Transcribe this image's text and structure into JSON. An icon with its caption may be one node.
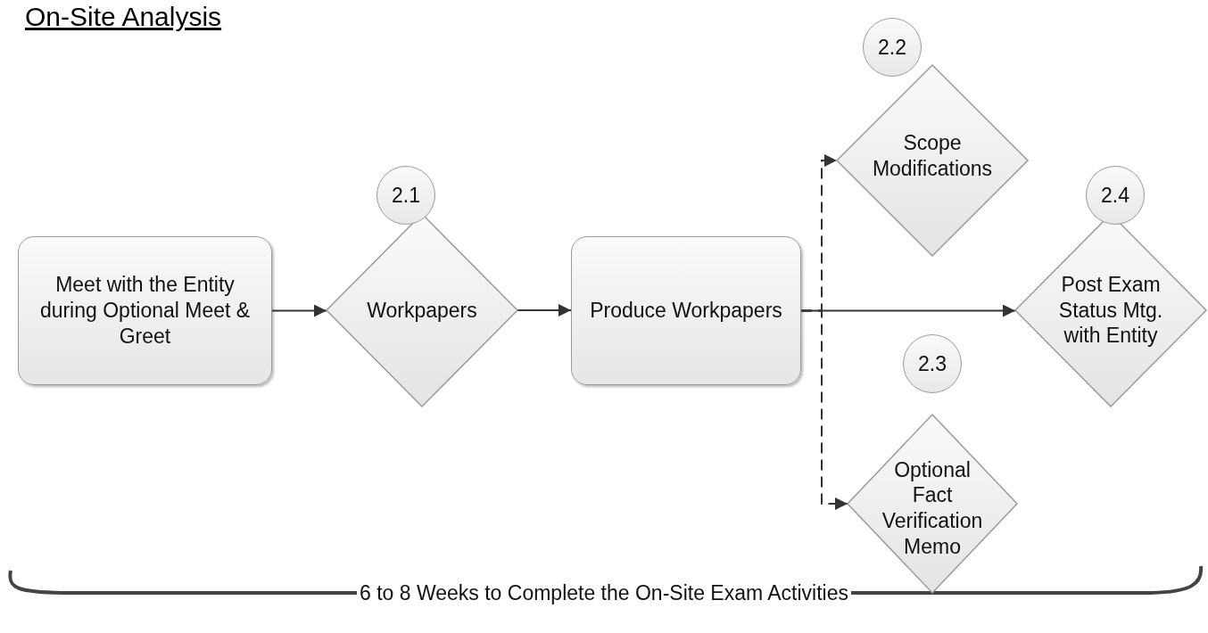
{
  "diagram": {
    "title": "On-Site Analysis",
    "nodes": [
      {
        "text": [
          "Meet with the Entity during Optional Meet & Greet"
        ]
      },
      {
        "text": [
          "2.1"
        ]
      },
      {
        "text": [
          "Workpapers"
        ]
      },
      {
        "text": [
          "Produce Workpapers"
        ]
      },
      {
        "text": [
          "2.2"
        ]
      },
      {
        "text": [
          "Scope Modifications"
        ]
      },
      {
        "text": [
          "2.4"
        ]
      },
      {
        "text": [
          "Post Exam Status Mtg. with Entity"
        ]
      },
      {
        "text": [
          "2.3"
        ]
      },
      {
        "text": [
          "Optional Fact Verification Memo"
        ]
      }
    ],
    "edges": [
      {
        "from": 0,
        "to": 2,
        "arrow": "to"
      },
      {
        "from": 2,
        "to": 3,
        "arrow": "to"
      },
      {
        "from": 3,
        "to": 7,
        "arrow": "to"
      },
      {
        "from": 3,
        "to": 5,
        "arrow": "to",
        "style": "dashed"
      },
      {
        "from": 3,
        "to": 9,
        "arrow": "to",
        "style": "dashed"
      }
    ],
    "labels": [
      "6 to 8 Weeks to Complete the On-Site Exam Activities"
    ]
  }
}
